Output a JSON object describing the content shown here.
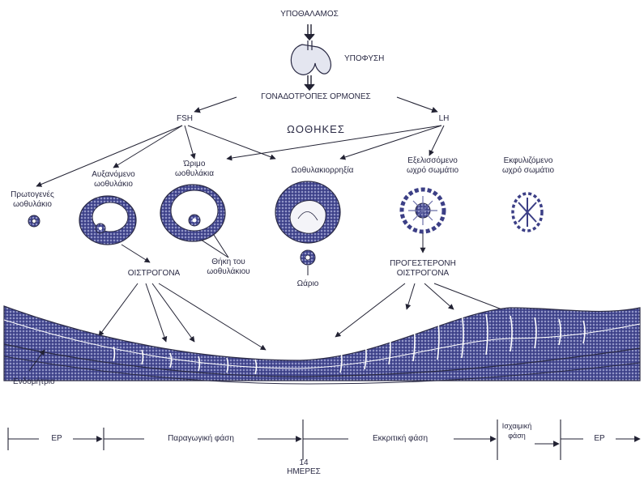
{
  "colors": {
    "ink": "#2a2a44",
    "tissue": "#3c3f86",
    "tissue_light": "#aab0d8",
    "line": "#222233",
    "background": "#ffffff"
  },
  "hierarchy": {
    "hypothalamus": "ΥΠΟΘΑΛΑΜΟΣ",
    "pituitary": "ΥΠΟΦΥΣΗ",
    "gonadotropins": "ΓΟΝΑΔΟΤΡΟΠΕΣ ΟΡΜΟΝΕΣ",
    "fsh": "FSH",
    "lh": "LH",
    "ovaries": "ΩΟΘΗΚΕΣ"
  },
  "follicles": {
    "primordial": [
      "Πρωτογενές",
      "ωοθυλάκιο"
    ],
    "growing": [
      "Αυξανόμενο",
      "ωοθυλάκιο"
    ],
    "mature": [
      "Ώριμο",
      "ωοθυλάκια"
    ],
    "ovulation": "Ωοθυλακιορρηξία",
    "developing_corpus": [
      "Εξελισσόμενο",
      "ωχρό σωμάτιο"
    ],
    "degenerating_corpus": [
      "Εκφυλιζόμενο",
      "ωχρό σωμάτιο"
    ],
    "theca": [
      "Θήκη του",
      "ωοθυλάκιου"
    ],
    "ovum": "Ωάριο"
  },
  "hormones": {
    "estrogen": "ΟΙΣΤΡΟΓΟΝΑ",
    "progesterone": "ΠΡΟΓΕΣΤΕΡΟΝΗ",
    "estrogen_2": "ΟΙΣΤΡΟΓΟΝΑ"
  },
  "endometrium": "Ενδομήτριο",
  "timeline": {
    "phases": [
      "ΕΡ",
      "Παραγωγική φάση",
      "Εκκριτική φάση",
      "Ισχαιμική",
      "φάση",
      "ΕΡ"
    ],
    "day": "14",
    "days_label": "ΗΜΕΡΕΣ"
  }
}
